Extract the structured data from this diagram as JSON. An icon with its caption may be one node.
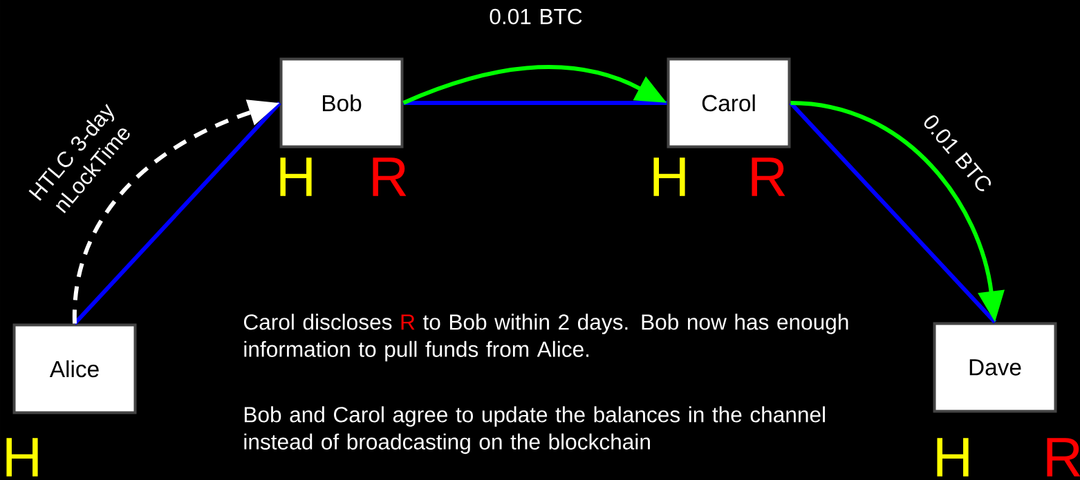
{
  "diagram": {
    "nodes": [
      {
        "text": [
          "Alice"
        ],
        "beside": [
          "H"
        ]
      },
      {
        "text": [
          "Bob"
        ],
        "beside": [
          "H",
          "R"
        ]
      },
      {
        "text": [
          "Carol"
        ],
        "beside": [
          "H",
          "R"
        ]
      },
      {
        "text": [
          "Dave"
        ],
        "beside": [
          "H",
          "R"
        ]
      }
    ],
    "edges": [
      {
        "from": 0,
        "to": 1,
        "arrow": "none",
        "color": "#0000ff"
      },
      {
        "from": 0,
        "to": 1,
        "arrow": "to",
        "style": "dashed",
        "color": "#ffffff",
        "label": "HTLC 3-day nLockTime"
      },
      {
        "from": 1,
        "to": 2,
        "arrow": "none",
        "color": "#0000ff"
      },
      {
        "from": 1,
        "to": 2,
        "arrow": "to",
        "color": "#00ff00",
        "label": "0.01 BTC"
      },
      {
        "from": 2,
        "to": 3,
        "arrow": "none",
        "color": "#0000ff"
      },
      {
        "from": 2,
        "to": 3,
        "arrow": "to",
        "color": "#00ff00",
        "label": "0.01 BTC"
      }
    ],
    "labels": [
      "Carol discloses",
      "R",
      "to Bob within 2 days. Bob now has enough information to pull funds from Alice.",
      "Bob and Carol agree to update the balances in the channel instead of broadcasting on the blockchain"
    ]
  }
}
